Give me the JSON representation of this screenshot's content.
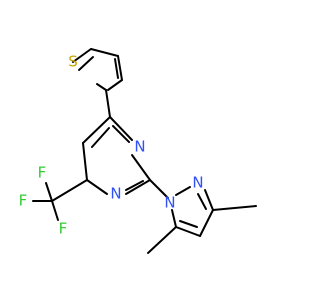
{
  "molecule": {
    "colors": {
      "bond": "#000000",
      "N": "#3050F8",
      "F": "#33CC33",
      "S": "#C8A800"
    },
    "atom_labels": {
      "S1": "S",
      "N_pyr_top": "N",
      "N_pyr_bot": "N",
      "N_pz_1": "N",
      "N_pz_2": "N",
      "F_top": "F",
      "F_left": "F",
      "F_bot": "F"
    }
  }
}
